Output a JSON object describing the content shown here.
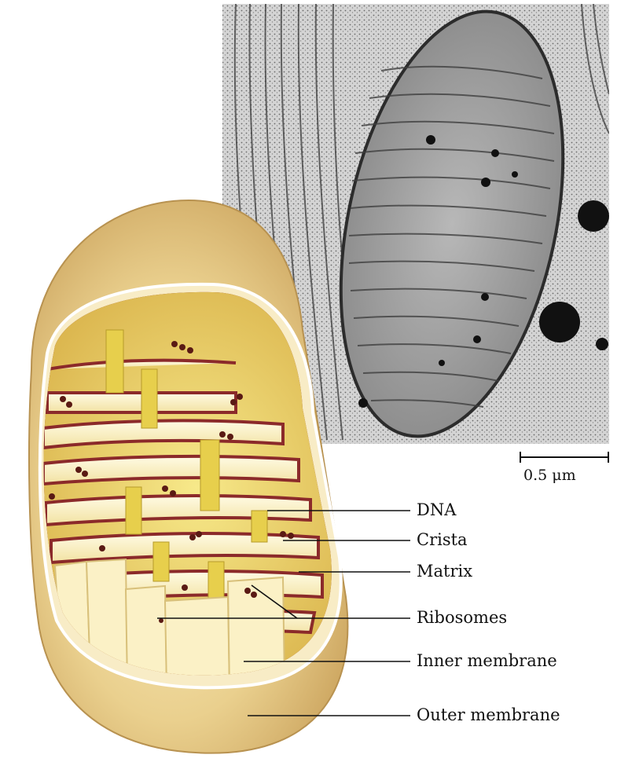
{
  "scale_bar": {
    "label": "0.5 μm"
  },
  "labels": [
    {
      "id": "dna",
      "text": "DNA"
    },
    {
      "id": "crista",
      "text": "Crista"
    },
    {
      "id": "matrix",
      "text": "Matrix"
    },
    {
      "id": "ribosomes",
      "text": "Ribosomes"
    },
    {
      "id": "inner-membrane",
      "text": "Inner membrane"
    },
    {
      "id": "outer-membrane",
      "text": "Outer membrane"
    }
  ],
  "colors": {
    "outer_membrane": "#e8cf8c",
    "inner_membrane": "#8b2a2a",
    "matrix": "#f3e27a",
    "crista_face": "#fbf3c8",
    "micrograph": "#8f8f8f"
  }
}
